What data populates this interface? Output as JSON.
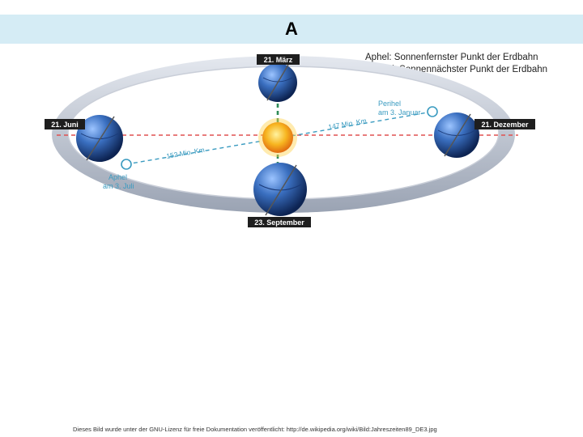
{
  "header": {
    "title": "A"
  },
  "legend": {
    "line1": "Aphel: Sonnenfernster Punkt der Erdbahn",
    "line2": "Perihel: Sonnennächster Punkt der Erdbahn"
  },
  "diagram": {
    "labels": {
      "march": "21. März",
      "june": "21. Juni",
      "december": "21. Dezember",
      "september": "23. September",
      "perihel_1": "Perihel",
      "perihel_2": "am 3. Januar",
      "aphel_1": "Aphel",
      "aphel_2": "am 3. Juli",
      "distance_near": "147 Mio. Km",
      "distance_far": "152 Mio. Km"
    },
    "colors": {
      "orbit_ring": "#b9bfca",
      "label_bg": "#1e1e1e",
      "dashed_red": "#e05050",
      "dashed_green": "#2e8b57",
      "dashed_blue": "#3a9bc0",
      "sun": "#f6b21b",
      "earth": "#2f5fa8"
    }
  },
  "footer": {
    "text": "Dieses Bild wurde unter der GNU-Lizenz für freie Dokumentation veröffentlicht: http://de.wikipedia.org/wiki/Bild:Jahreszeiten89_DE3.jpg"
  }
}
